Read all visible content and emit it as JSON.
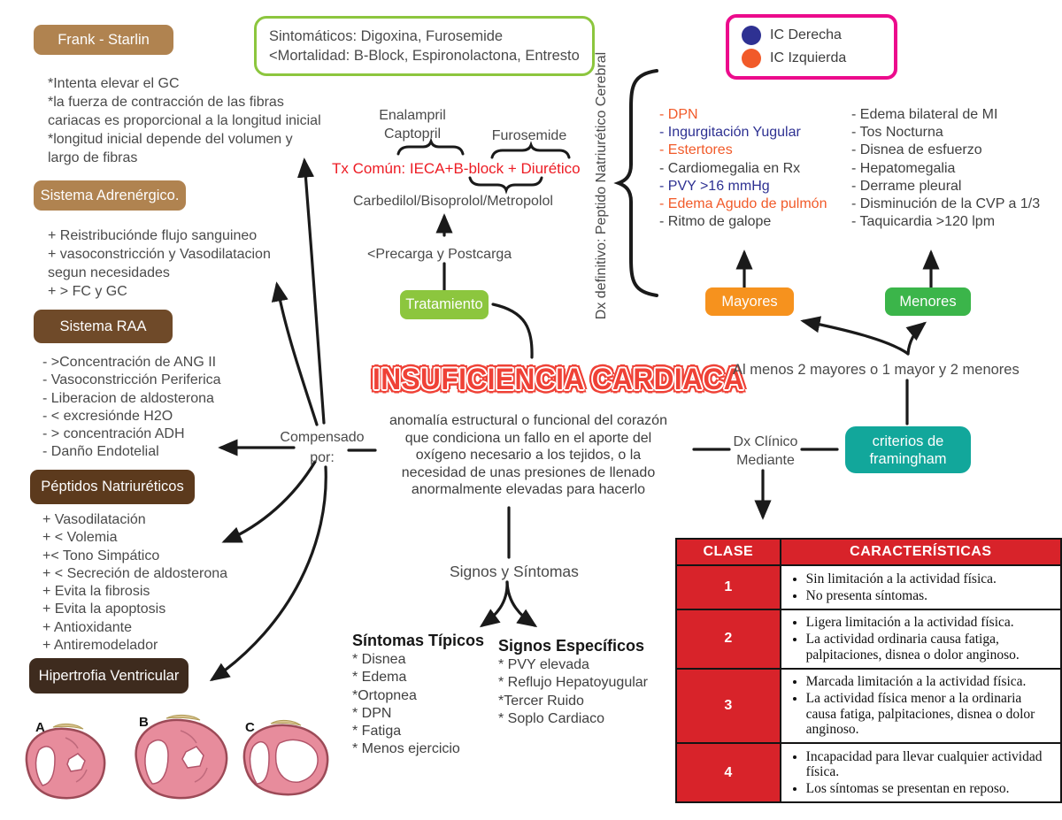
{
  "palette": {
    "tan_box": "#b08350",
    "brown_box": "#6f4a29",
    "dark_brown_box": "#5c3a1d",
    "darkest_brown_box": "#3e2b1e",
    "green_box": "#8cc63e",
    "orange_box": "#f6921e",
    "green_box2": "#3bb54a",
    "teal_box": "#12a79b",
    "magenta_border": "#ec0b8c",
    "table_red": "#d8232a",
    "title_red": "#ef4136",
    "tx_red": "#ed1c24",
    "ic_derecha_blue": "#2e3192",
    "ic_izquierda_orange": "#f15a29"
  },
  "left": {
    "frank": {
      "title": "Frank - Starlin",
      "lines": [
        "*Intenta elevar el GC",
        "*la fuerza de contracción de las fibras",
        "cariacas es proporcional a la longitud inicial",
        "*longitud inicial depende del volumen y",
        "largo de fibras"
      ]
    },
    "adrenergico": {
      "title": "Sistema Adrenérgico.",
      "lines": [
        "+ Reistribuciónde flujo sanguineo",
        "+ vasoconstricción y Vasodilatacion",
        "segun necesidades",
        "+ > FC y GC"
      ]
    },
    "raa": {
      "title": "Sistema RAA",
      "lines": [
        "- >Concentración de ANG II",
        "- Vasoconstricción Periferica",
        "- Liberacion de aldosterona",
        "-  < excresiónde H2O",
        "- > concentración ADH",
        "- Danño Endotelial"
      ]
    },
    "peptidos": {
      "title": "Péptidos Natriuréticos",
      "lines": [
        "+ Vasodilatación",
        "+ < Volemia",
        "+< Tono Simpático",
        "+ < Secreción de aldosterona",
        "+ Evita la fibrosis",
        "+ Evita la apoptosis",
        "+ Antioxidante",
        "+ Antiremodelador"
      ]
    },
    "hipertrofia": {
      "title": "Hipertrofia Ventricular"
    },
    "hearts": {
      "labels": [
        "A",
        "B",
        "C"
      ]
    }
  },
  "center": {
    "symptomatic_box": {
      "line1": "Sintomáticos: Digoxina, Furosemide",
      "line2": "<Mortalidad: B-Block, Espironolactona, Entresto"
    },
    "treatment": {
      "ieca1": "Enalampril",
      "ieca2": "Captopril",
      "diuretic": "Furosemide",
      "tx_comun": "Tx Común: IECA+B-block + Diurético",
      "beta_blockers": "Carbedilol/Bisoprolol/Metropolol",
      "precarga": "<Precarga y Postcarga",
      "box_label": "Tratamiento"
    },
    "title": "INSUFICIENCIA CARDIACA",
    "definition": "anomalía estructural o funcional del corazón que condiciona un fallo en el aporte del oxígeno necesario a los tejidos, o la necesidad de unas presiones de llenado anormalmente elevadas para hacerlo",
    "compensado_line1": "Compensado",
    "compensado_line2": "por:",
    "signos_y_sintomas": "Signos y Síntomas",
    "sintomas_tipicos": {
      "title": "Síntomas Típicos",
      "items": [
        "* Disnea",
        "* Edema",
        "*Ortopnea",
        "* DPN",
        "* Fatiga",
        "* Menos ejercicio"
      ]
    },
    "signos_especificos": {
      "title": "Signos Específicos",
      "items": [
        "* PVY elevada",
        "* Reflujo Hepatoyugular",
        "*Tercer Ruido",
        "* Soplo Cardiaco"
      ]
    }
  },
  "right": {
    "legend": {
      "items": [
        {
          "label": "IC Derecha",
          "color": "#2e3192"
        },
        {
          "label": "IC Izquierda",
          "color": "#f15a29"
        }
      ]
    },
    "dx_definitivo": "Dx definitivo: Peptido Natriurético Cerebral",
    "mayores": {
      "box_label": "Mayores",
      "items": [
        {
          "text": "- DPN",
          "color": "#f15a29"
        },
        {
          "text": "- Ingurgitación Yugular",
          "color": "#2e3192"
        },
        {
          "text": "- Estertores",
          "color": "#f15a29"
        },
        {
          "text": "- Cardiomegalia en Rx",
          "color": "#404040"
        },
        {
          "text": "- PVY >16 mmHg",
          "color": "#2e3192"
        },
        {
          "text": "- Edema Agudo de pulmón",
          "color": "#f15a29"
        },
        {
          "text": "- Ritmo de galope",
          "color": "#404040"
        }
      ]
    },
    "menores": {
      "box_label": "Menores",
      "items": [
        {
          "text": "- Edema bilateral de MI",
          "color": "#404040"
        },
        {
          "text": "- Tos Nocturna",
          "color": "#404040"
        },
        {
          "text": "- Disnea de esfuerzo",
          "color": "#404040"
        },
        {
          "text": "- Hepatomegalia",
          "color": "#404040"
        },
        {
          "text": "- Derrame pleural",
          "color": "#404040"
        },
        {
          "text": "- Disminución de la CVP a 1/3",
          "color": "#404040"
        },
        {
          "text": "- Taquicardia >120 lpm",
          "color": "#404040"
        }
      ]
    },
    "criteria_note": "Al menos 2 mayores o 1 mayor y 2 menores",
    "dx_clinico_line1": "Dx Clínico",
    "dx_clinico_line2": "Mediante",
    "framingham_line1": "criterios de",
    "framingham_line2": "framingham"
  },
  "table": {
    "headers": [
      "CLASE",
      "CARACTERÍSTICAS"
    ],
    "rows": [
      {
        "clase": "1",
        "bullets": [
          "Sin limitación a la actividad física.",
          "No presenta síntomas."
        ]
      },
      {
        "clase": "2",
        "bullets": [
          "Ligera limitación a la actividad física.",
          "La actividad ordinaria causa fatiga, palpitaciones, disnea o dolor anginoso."
        ]
      },
      {
        "clase": "3",
        "bullets": [
          "Marcada limitación a la actividad física.",
          "La actividad física menor a la ordinaria causa fatiga, palpitaciones, disnea o dolor anginoso."
        ]
      },
      {
        "clase": "4",
        "bullets": [
          "Incapacidad para llevar cualquier actividad física.",
          "Los síntomas se presentan en reposo."
        ]
      }
    ]
  }
}
